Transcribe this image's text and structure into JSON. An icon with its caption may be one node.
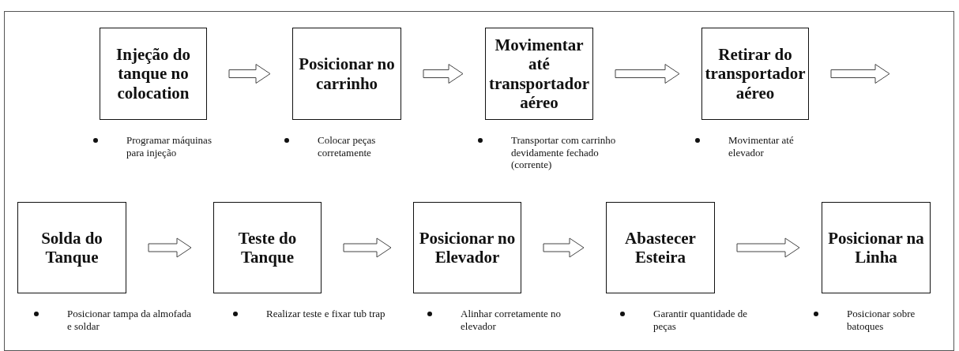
{
  "diagram": {
    "nodes": [
      {
        "text": [
          "Injeção do tanque no colocation"
        ],
        "beside": [
          "Programar máquinas para injeção"
        ]
      },
      {
        "text": [
          "Posicionar no carrinho"
        ],
        "beside": [
          "Colocar peças corretamente"
        ]
      },
      {
        "text": [
          "Movimentar até transportador aéreo"
        ],
        "beside": [
          "Transportar com carrinho devidamente fechado (corrente)"
        ]
      },
      {
        "text": [
          "Retirar do transportador aéreo"
        ],
        "beside": [
          "Movimentar até elevador"
        ]
      },
      {
        "text": [
          "Solda do Tanque"
        ],
        "beside": [
          "Posicionar tampa da almofada e soldar"
        ]
      },
      {
        "text": [
          "Teste do Tanque"
        ],
        "beside": [
          "Realizar teste e fixar tub trap"
        ]
      },
      {
        "text": [
          "Posicionar no Elevador"
        ],
        "beside": [
          "Alinhar corretamente no elevador"
        ]
      },
      {
        "text": [
          "Abastecer Esteira"
        ],
        "beside": [
          "Garantir quantidade de peças"
        ]
      },
      {
        "text": [
          "Posicionar na Linha"
        ],
        "beside": [
          "Posicionar sobre batoques"
        ]
      }
    ],
    "edges": [
      {
        "from": 0,
        "to": 1,
        "arrow": "to"
      },
      {
        "from": 1,
        "to": 2,
        "arrow": "to"
      },
      {
        "from": 2,
        "to": 3,
        "arrow": "to"
      },
      {
        "from": 3,
        "to": null,
        "arrow": "to"
      },
      {
        "from": 4,
        "to": 5,
        "arrow": "to"
      },
      {
        "from": 5,
        "to": 6,
        "arrow": "to"
      },
      {
        "from": 6,
        "to": 7,
        "arrow": "to"
      },
      {
        "from": 7,
        "to": 8,
        "arrow": "to"
      }
    ]
  }
}
